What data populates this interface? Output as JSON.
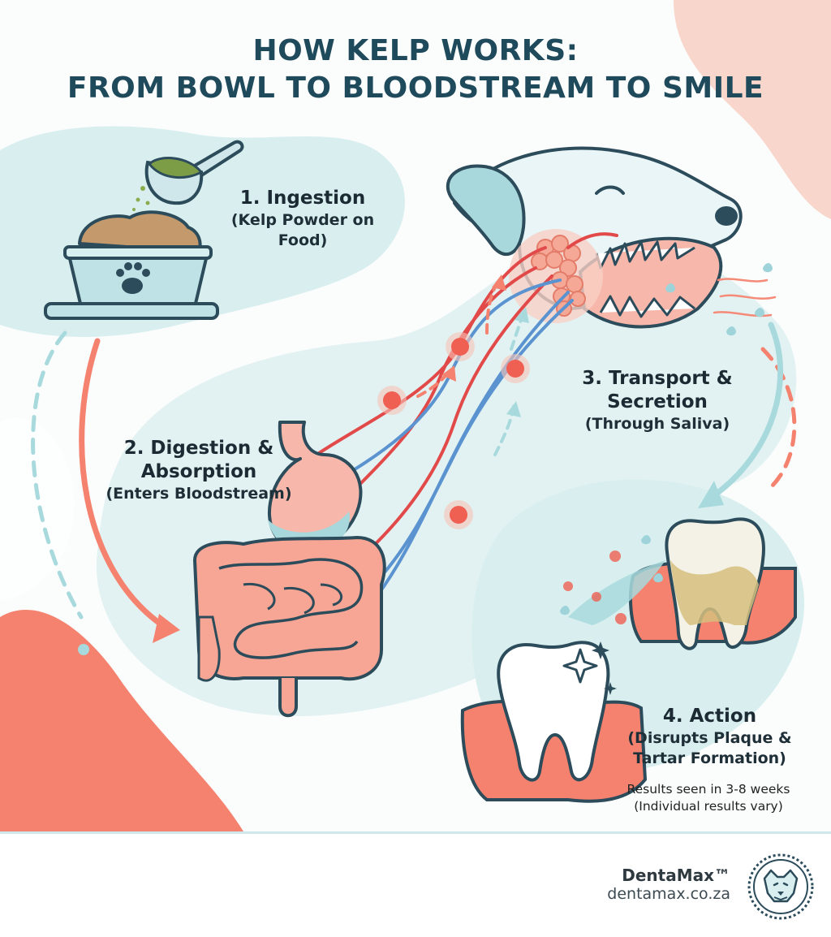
{
  "title": {
    "line1": "HOW KELP WORKS:",
    "line2": "FROM BOWL TO BLOODSTREAM TO SMILE"
  },
  "steps": [
    {
      "heading": "1. Ingestion",
      "sub": [
        "(Kelp Powder on",
        "Food)"
      ]
    },
    {
      "heading": "2. Digestion &",
      "heading2": "Absorption",
      "sub": [
        "(Enters Bloodstream)"
      ]
    },
    {
      "heading": "3. Transport &",
      "heading2": "Secretion",
      "sub": [
        "(Through Saliva)"
      ]
    },
    {
      "heading": "4. Action",
      "sub": [
        "(Disrupts Plaque &",
        "Tartar Formation)"
      ]
    }
  ],
  "note": {
    "line1": "Results seen in 3-8 weeks",
    "line2": "(Individual results vary)"
  },
  "brand": {
    "name": "DentaMax™",
    "url": "dentamax.co.za"
  },
  "colors": {
    "title": "#1f4a5c",
    "coral": "#f4826f",
    "teal_blob": "#d6eeee",
    "blood_red": "#e24a4a",
    "blood_blue": "#5a93cf"
  },
  "icons": [
    "kelp-scoop-icon",
    "food-bowl-icon",
    "paw-print-icon",
    "dog-head-icon",
    "stomach-icon",
    "intestines-icon",
    "salivary-gland-icon",
    "dirty-tooth-icon",
    "clean-tooth-icon",
    "sparkle-icon",
    "dog-logo-icon"
  ]
}
